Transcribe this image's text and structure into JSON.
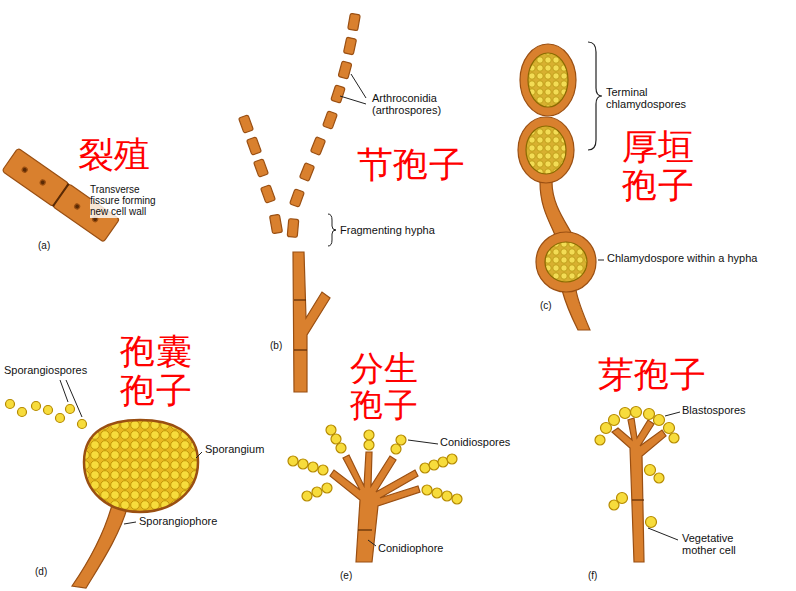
{
  "diagram": {
    "labels": [
      "裂殖",
      "Transverse fissure forming new cell wall",
      "(a)",
      "Arthroconidia (arthrospores)",
      "节孢子",
      "Fragmenting hypha",
      "(b)",
      "Terminal chlamydospores",
      "厚垣孢子",
      "Chlamydospore within a hypha",
      "(c)",
      "Sporangiospores",
      "孢囊孢子",
      "Sporangium",
      "Sporangiophore",
      "(d)",
      "分生孢子",
      "Conidiospores",
      "Conidiophore",
      "(e)",
      "芽孢子",
      "Blastospores",
      "Vegetative mother cell",
      "(f)"
    ]
  }
}
